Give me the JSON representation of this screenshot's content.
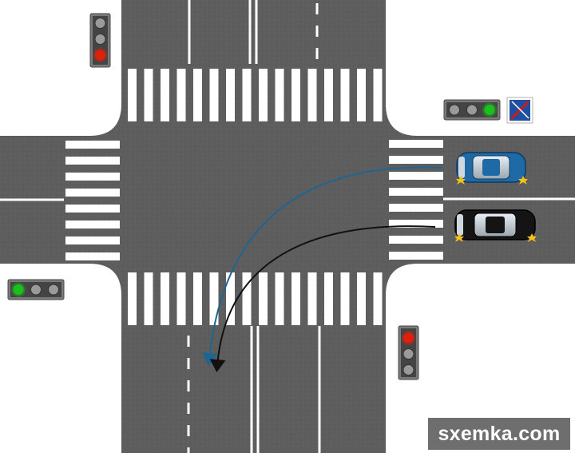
{
  "scene": {
    "type": "road-intersection-diagram",
    "road_color": "#5c5c5c",
    "marking_color": "#ffffff",
    "background_color": "#ffffff"
  },
  "traffic_lights": [
    {
      "name": "traffic-light-north",
      "orientation": "vertical",
      "active": "red",
      "active_color": "#e0200a"
    },
    {
      "name": "traffic-light-east",
      "orientation": "horizontal",
      "active": "green",
      "active_color": "#19c21a"
    },
    {
      "name": "traffic-light-west",
      "orientation": "horizontal",
      "active": "green",
      "active_color": "#19c21a"
    },
    {
      "name": "traffic-light-south",
      "orientation": "vertical",
      "active": "red",
      "active_color": "#e0200a"
    }
  ],
  "road_sign": {
    "name": "no-stopping-sign",
    "icon": "no-stopping-icon",
    "colors": [
      "#1f4fa0",
      "#d01818"
    ]
  },
  "vehicles": [
    {
      "name": "blue-car",
      "color": "#1e6aa6",
      "turn_signals": "on",
      "maneuver": "left-turn"
    },
    {
      "name": "black-car",
      "color": "#141414",
      "turn_signals": "on",
      "maneuver": "left-turn"
    }
  ],
  "paths": [
    {
      "name": "blue-car-path",
      "color": "#1f6592"
    },
    {
      "name": "black-car-path",
      "color": "#111111"
    }
  ],
  "watermark": {
    "text": "sxemka.com"
  }
}
